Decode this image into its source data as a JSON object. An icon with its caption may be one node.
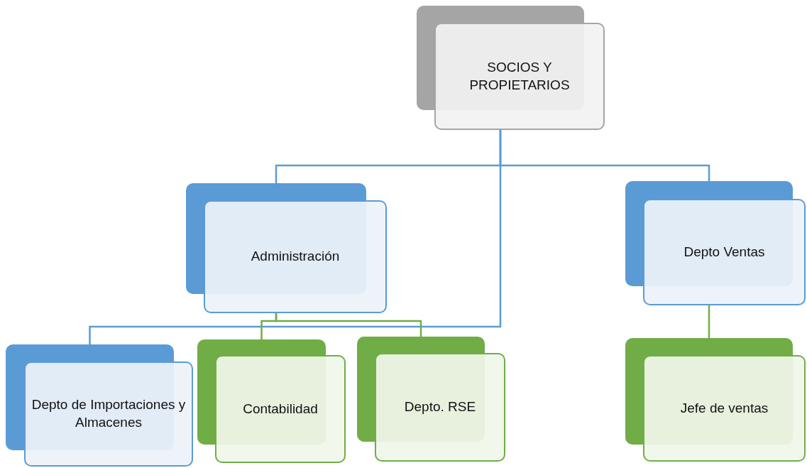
{
  "diagram": {
    "nodes": [
      {
        "text": [
          "SOCIOS Y PROPIETARIOS"
        ]
      },
      {
        "text": [
          "Administración"
        ]
      },
      {
        "text": [
          "Depto Ventas"
        ]
      },
      {
        "text": [
          "Depto de Importaciones y Almacenes"
        ]
      },
      {
        "text": [
          "Contabilidad"
        ]
      },
      {
        "text": [
          "Depto. RSE"
        ]
      },
      {
        "text": [
          "Jefe de ventas"
        ]
      }
    ],
    "edges": [
      {
        "from": 0,
        "to": 1,
        "arrow": "none"
      },
      {
        "from": 0,
        "to": 2,
        "arrow": "none"
      },
      {
        "from": 0,
        "to": 3,
        "arrow": "none"
      },
      {
        "from": 1,
        "to": 4,
        "arrow": "none",
        "color": "#70ad47"
      },
      {
        "from": 1,
        "to": 5,
        "arrow": "none",
        "color": "#70ad47"
      },
      {
        "from": 2,
        "to": 6,
        "arrow": "none",
        "color": "#70ad47"
      }
    ]
  }
}
